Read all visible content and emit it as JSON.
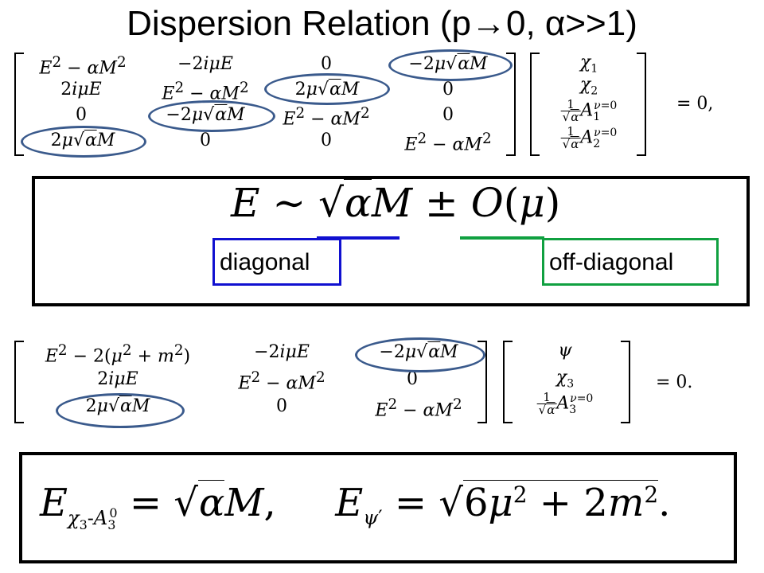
{
  "title": "Dispersion Relation (p→0, α>>1)",
  "colors": {
    "oval": "#3a5a8c",
    "diagonal": "#1010d0",
    "off_diagonal": "#10a040"
  },
  "labels": {
    "diagonal": "diagonal",
    "off_diagonal": "off-diagonal"
  },
  "eq1_rhs": "= 0,",
  "eq2_rhs": "= 0."
}
